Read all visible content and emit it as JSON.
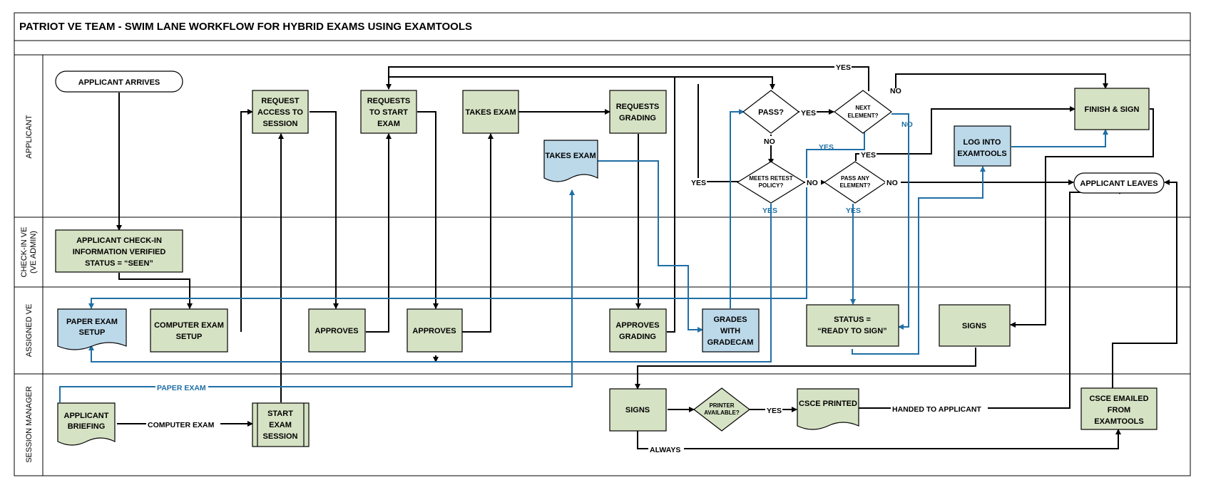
{
  "title": "PATRIOT VE TEAM - SWIM LANE WORKFLOW FOR HYBRID EXAMS USING EXAMTOOLS",
  "colors": {
    "green": "#d6e2c4",
    "blue": "#bcd9ea",
    "flow_blue": "#1f6fa6",
    "line": "#000000"
  },
  "lanes": {
    "applicant": "APPLICANT",
    "checkin": [
      "CHECK-IN VE",
      "(VE ADMIN)"
    ],
    "assigned": "ASSIGNED VE",
    "session": "SESSION MANAGER"
  },
  "nodes": {
    "applicant_arrives": "APPLICANT ARRIVES",
    "request_access": [
      "REQUEST",
      "ACCESS TO",
      "SESSION"
    ],
    "requests_start": [
      "REQUESTS",
      "TO START",
      "EXAM"
    ],
    "takes_exam_computer": "TAKES EXAM",
    "requests_grading": [
      "REQUESTS",
      "GRADING"
    ],
    "takes_exam_paper": "TAKES EXAM",
    "pass": "PASS?",
    "next_element": [
      "NEXT",
      "ELEMENT?"
    ],
    "meets_retest": [
      "MEETS RETEST",
      "POLICY?"
    ],
    "pass_any": [
      "PASS ANY",
      "ELEMENT?"
    ],
    "log_into": [
      "LOG INTO",
      "EXAMTOOLS"
    ],
    "finish_sign": "FINISH & SIGN",
    "applicant_leaves": "APPLICANT LEAVES",
    "checkin_info": [
      "APPLICANT CHECK-IN",
      "INFORMATION VERIFIED",
      "STATUS = “SEEN”"
    ],
    "paper_setup": [
      "PAPER EXAM",
      "SETUP"
    ],
    "computer_setup": [
      "COMPUTER EXAM",
      "SETUP"
    ],
    "approves_1": "APPROVES",
    "approves_2": "APPROVES",
    "approves_grading": [
      "APPROVES",
      "GRADING"
    ],
    "grades_gradecam": [
      "GRADES",
      "WITH",
      "GRADECAM"
    ],
    "status_ready": [
      "STATUS =",
      "“READY TO SIGN”"
    ],
    "signs_ve": "SIGNS",
    "applicant_briefing": [
      "APPLICANT",
      "BRIEFING"
    ],
    "start_exam_session": [
      "START",
      "EXAM",
      "SESSION"
    ],
    "signs_sm": "SIGNS",
    "printer_available": [
      "PRINTER",
      "AVAILABLE?"
    ],
    "csce_printed": "CSCE PRINTED",
    "csce_emailed": [
      "CSCE EMAILED",
      "FROM",
      "EXAMTOOLS"
    ]
  },
  "edge_labels": {
    "yes": "YES",
    "no": "NO",
    "paper_exam": "PAPER EXAM",
    "computer_exam": "COMPUTER EXAM",
    "handed": "HANDED TO APPLICANT",
    "always": "ALWAYS"
  }
}
